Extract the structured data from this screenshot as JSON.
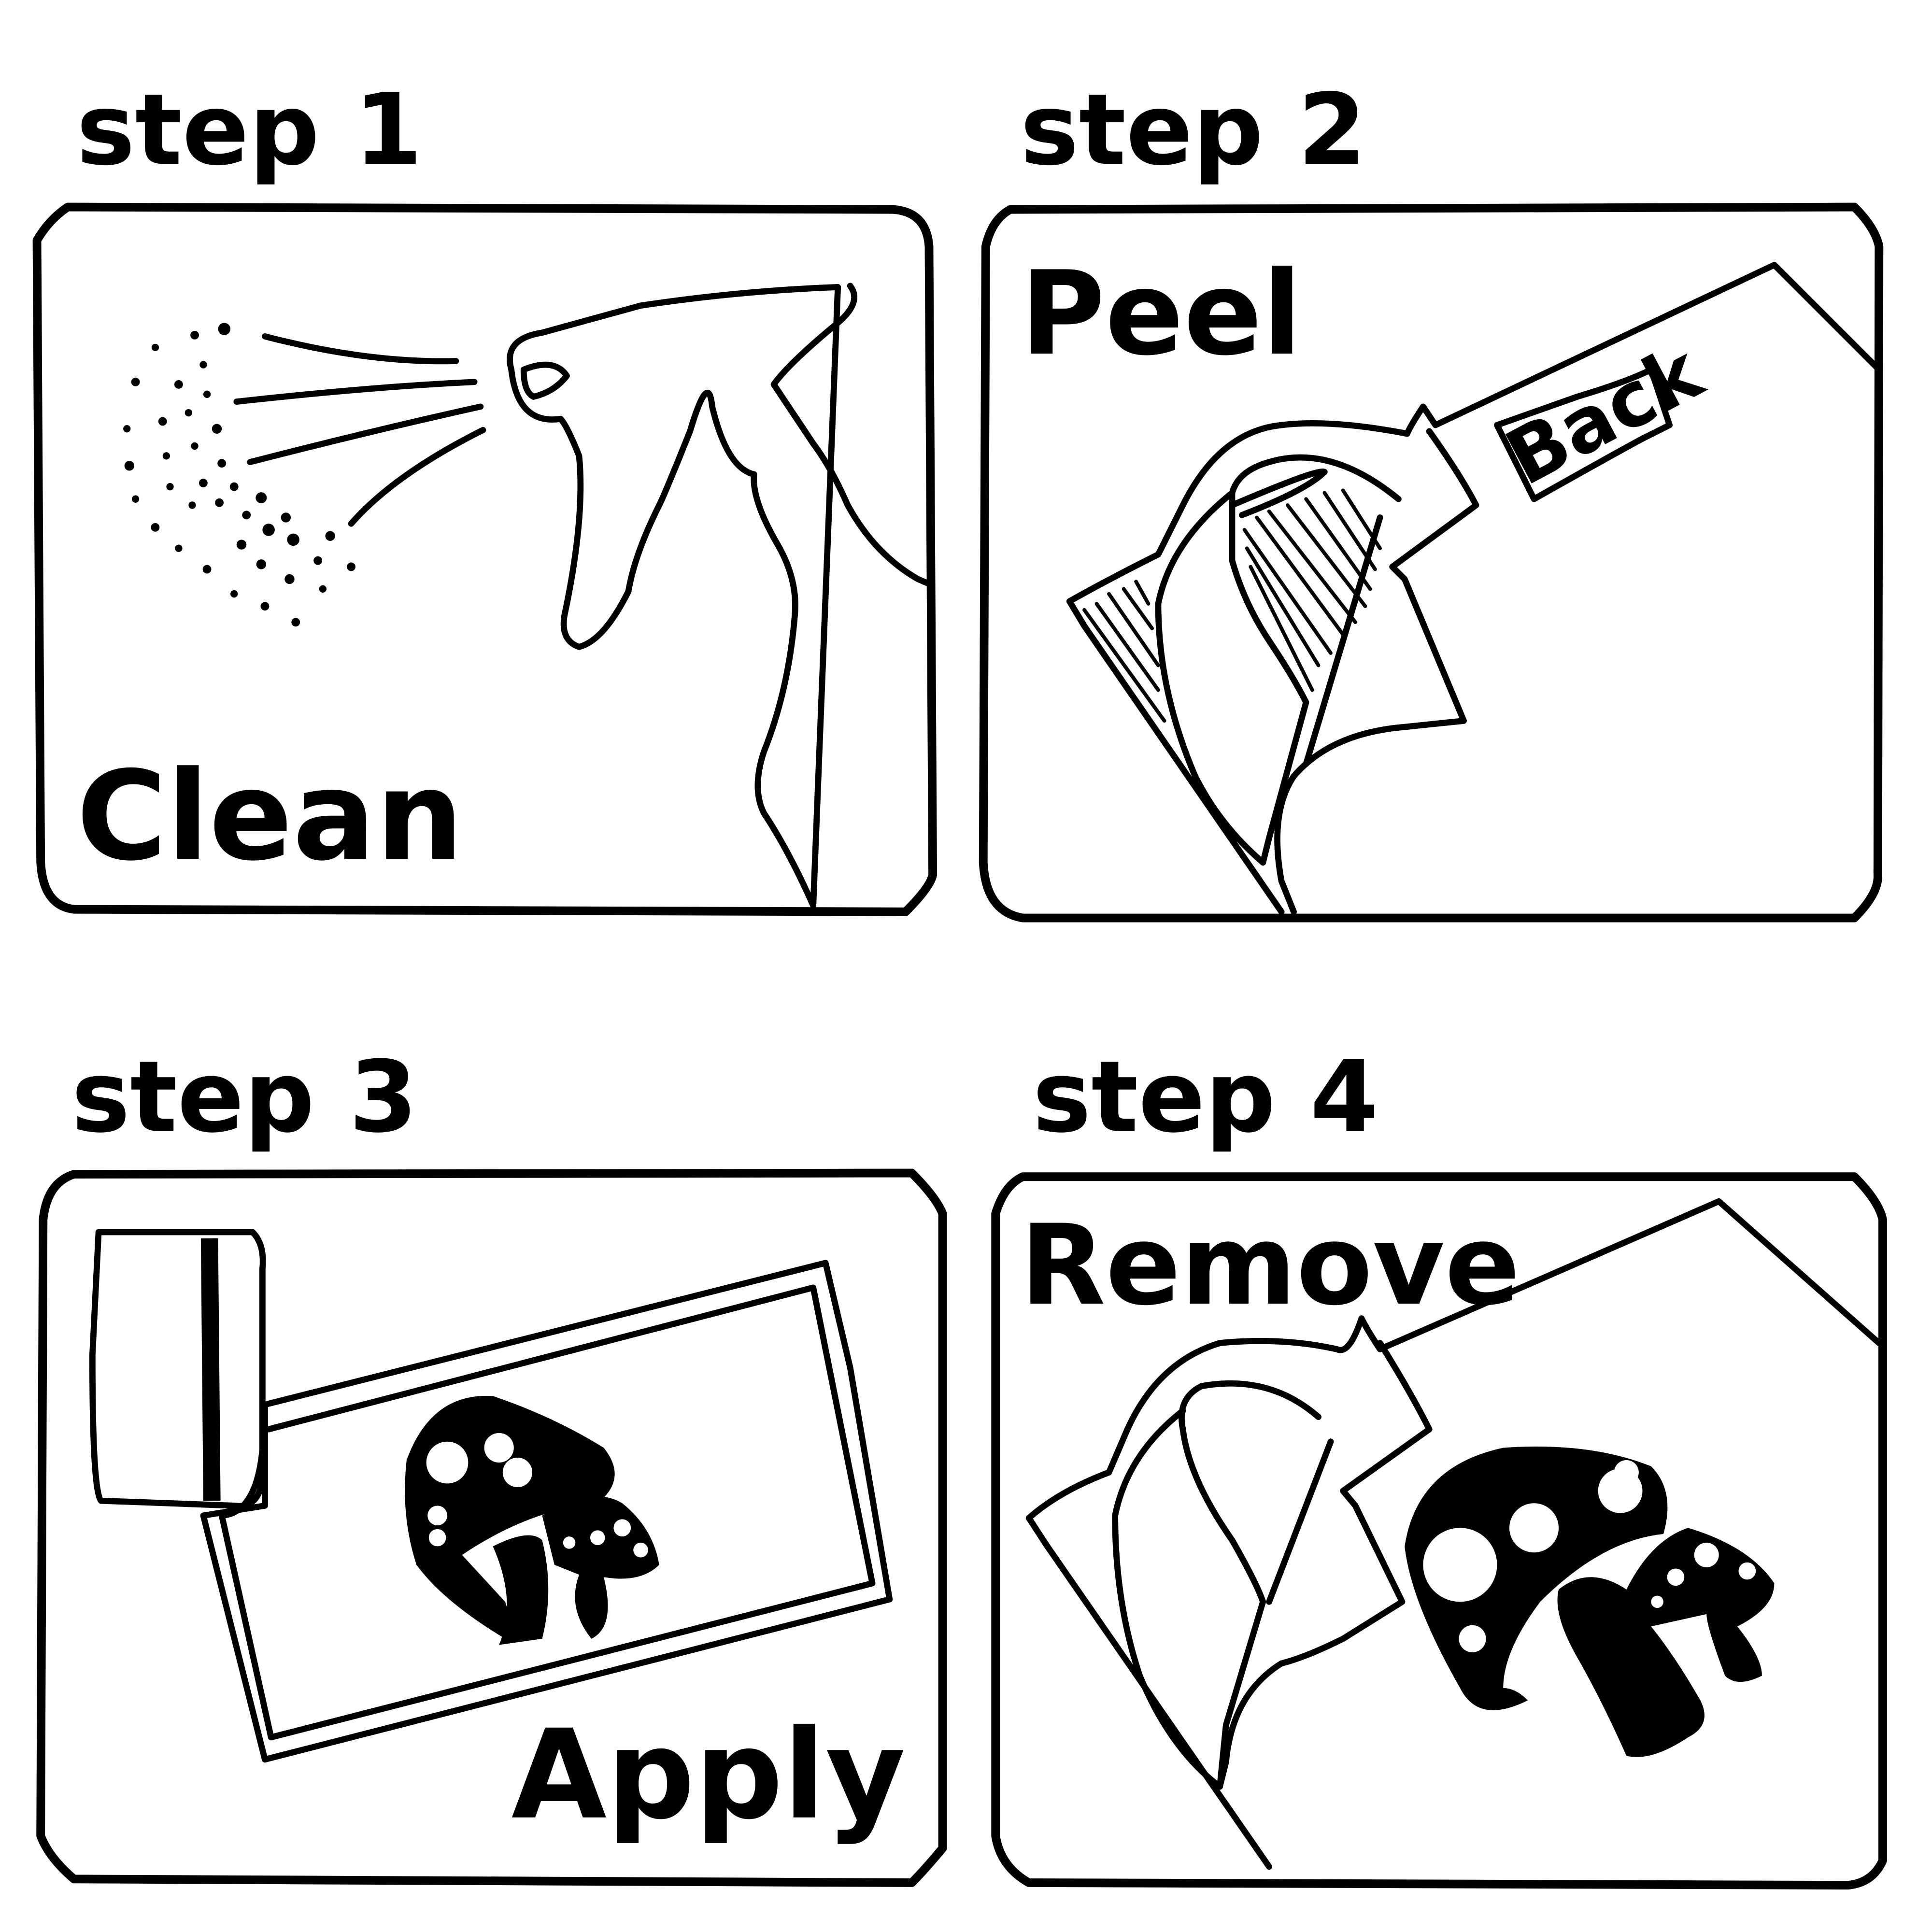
{
  "steps": [
    {
      "heading": "step 1",
      "action": "Clean",
      "icon": "spray-bottle"
    },
    {
      "heading": "step 2",
      "action": "Peel",
      "action2": "Back",
      "icon": "peel-backing"
    },
    {
      "heading": "step 3",
      "action": "Apply",
      "icon": "squeegee-apply-decal"
    },
    {
      "heading": "step 4",
      "action": "Remove",
      "icon": "remove-transfer-tape"
    }
  ],
  "colors": {
    "ink": "#000000",
    "background": "#ffffff"
  }
}
